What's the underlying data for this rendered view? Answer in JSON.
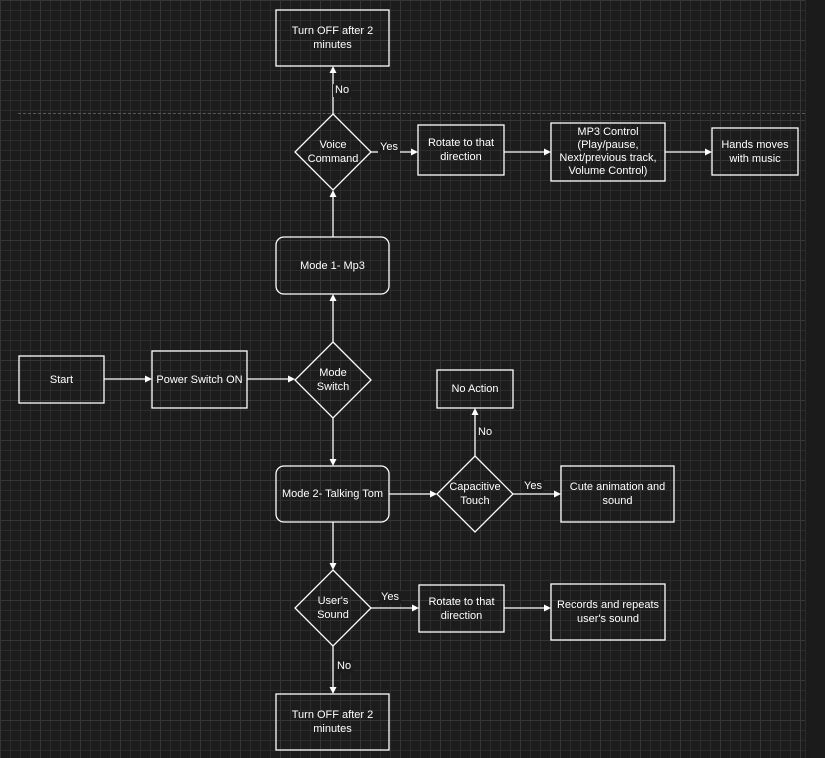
{
  "nodes": {
    "start": "Start",
    "power_switch": "Power Switch ON",
    "mode_switch": "Mode\nSwitch",
    "mode1": "Mode 1- Mp3",
    "voice_command": "Voice\nCommand",
    "turn_off_top": "Turn OFF after 2\nminutes",
    "rotate_top": "Rotate to that\ndirection",
    "mp3_control": "MP3 Control\n(Play/pause,\nNext/previous track,\nVolume Control)",
    "hands_moves": "Hands moves\nwith music",
    "mode2": "Mode 2- Talking Tom",
    "capacitive_touch": "Capacitive\nTouch",
    "no_action": "No Action",
    "cute_animation": "Cute animation and\nsound",
    "users_sound": "User's\nSound",
    "rotate_bottom": "Rotate to that\ndirection",
    "records_repeats": "Records and repeats\nuser's sound",
    "turn_off_bottom": "Turn OFF after 2\nminutes"
  },
  "edges": {
    "voice_no": "No",
    "voice_yes": "Yes",
    "touch_no": "No",
    "touch_yes": "Yes",
    "sound_yes": "Yes",
    "sound_no": "No"
  },
  "colors": {
    "background": "#1c1c1c",
    "grid": "#2c2c2c",
    "stroke": "#ffffff",
    "text": "#ffffff"
  }
}
